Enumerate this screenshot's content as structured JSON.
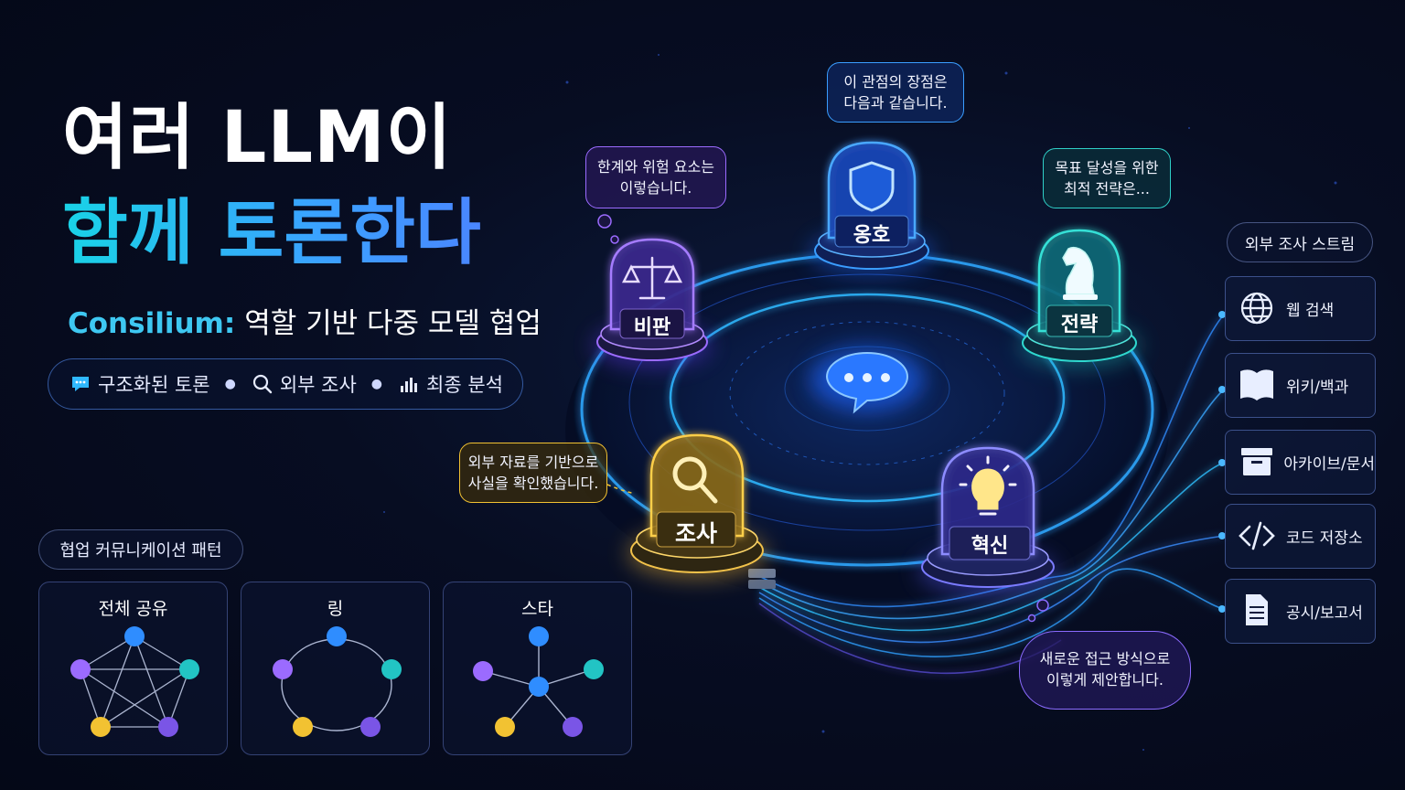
{
  "hero": {
    "title_line1": "여러 LLM이",
    "title_line2": "함께 토론한다",
    "subtitle_brand": "Consilium:",
    "subtitle_rest": "역할 기반 다중 모델 협업"
  },
  "features": [
    {
      "icon": "chat-bubble-icon",
      "label": "구조화된 토론"
    },
    {
      "icon": "search-icon",
      "label": "외부 조사"
    },
    {
      "icon": "bar-chart-icon",
      "label": "최종 분석"
    }
  ],
  "patterns": {
    "section_title": "협업 커뮤니케이션 패턴",
    "cards": [
      {
        "name": "전체 공유",
        "topology": "full-mesh"
      },
      {
        "name": "링",
        "topology": "ring"
      },
      {
        "name": "스타",
        "topology": "star"
      }
    ]
  },
  "roles": [
    {
      "id": "critique",
      "label": "비판",
      "icon": "scales-icon",
      "color": "#9b6bff"
    },
    {
      "id": "advocacy",
      "label": "옹호",
      "icon": "shield-icon",
      "color": "#2f8dff"
    },
    {
      "id": "strategy",
      "label": "전략",
      "icon": "chess-knight-icon",
      "color": "#22d1c4"
    },
    {
      "id": "research",
      "label": "조사",
      "icon": "magnifier-icon",
      "color": "#f2b632"
    },
    {
      "id": "innovation",
      "label": "혁신",
      "icon": "lightbulb-icon",
      "color": "#7b6bff"
    }
  ],
  "speech": {
    "critique": [
      "한계와 위험 요소는",
      "이렇습니다."
    ],
    "advocacy": [
      "이 관점의 장점은",
      "다음과 같습니다."
    ],
    "strategy": [
      "목표 달성을 위한",
      "최적 전략은..."
    ],
    "research": [
      "외부 자료를 기반으로",
      "사실을 확인했습니다."
    ],
    "innovation": [
      "새로운 접근 방식으로",
      "이렇게 제안합니다."
    ]
  },
  "center_icon": "chat-dots-icon",
  "sources": {
    "title": "외부 조사 스트림",
    "items": [
      {
        "icon": "globe-icon",
        "label": "웹 검색"
      },
      {
        "icon": "book-icon",
        "label": "위키/백과"
      },
      {
        "icon": "archive-box-icon",
        "label": "아카이브/문서"
      },
      {
        "icon": "code-icon",
        "label": "코드 저장소"
      },
      {
        "icon": "document-icon",
        "label": "공시/보고서"
      }
    ]
  },
  "colors": {
    "accent_cyan": "#19d3e6",
    "accent_blue": "#3aa3ff",
    "node_blue": "#2f8dff",
    "node_purple": "#9b6bff",
    "node_teal": "#22c4c4",
    "node_yellow": "#f2c232"
  }
}
